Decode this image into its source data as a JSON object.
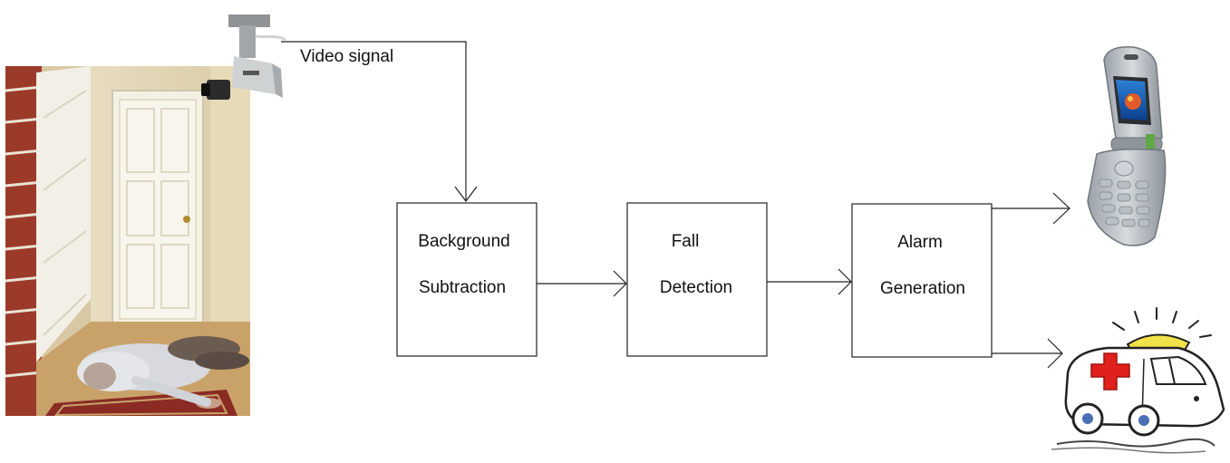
{
  "diagram": {
    "edge_label": "Video signal",
    "blocks": [
      {
        "id": "background-subtraction",
        "line1": "Background",
        "line2": "Subtraction"
      },
      {
        "id": "fall-detection",
        "line1": "Fall",
        "line2": "Detection"
      },
      {
        "id": "alarm-generation",
        "line1": "Alarm",
        "line2": "Generation"
      }
    ],
    "images": [
      {
        "name": "room-scene-photo",
        "depicts": "person lying on floor in hallway"
      },
      {
        "name": "security-camera-icon",
        "depicts": "surveillance camera"
      },
      {
        "name": "mobile-phone-icon",
        "depicts": "flip phone"
      },
      {
        "name": "ambulance-icon",
        "depicts": "ambulance cartoon"
      }
    ],
    "colors": {
      "line": "#222222",
      "ambulance_cross": "#e0201c",
      "siren": "#f2e24a"
    }
  }
}
